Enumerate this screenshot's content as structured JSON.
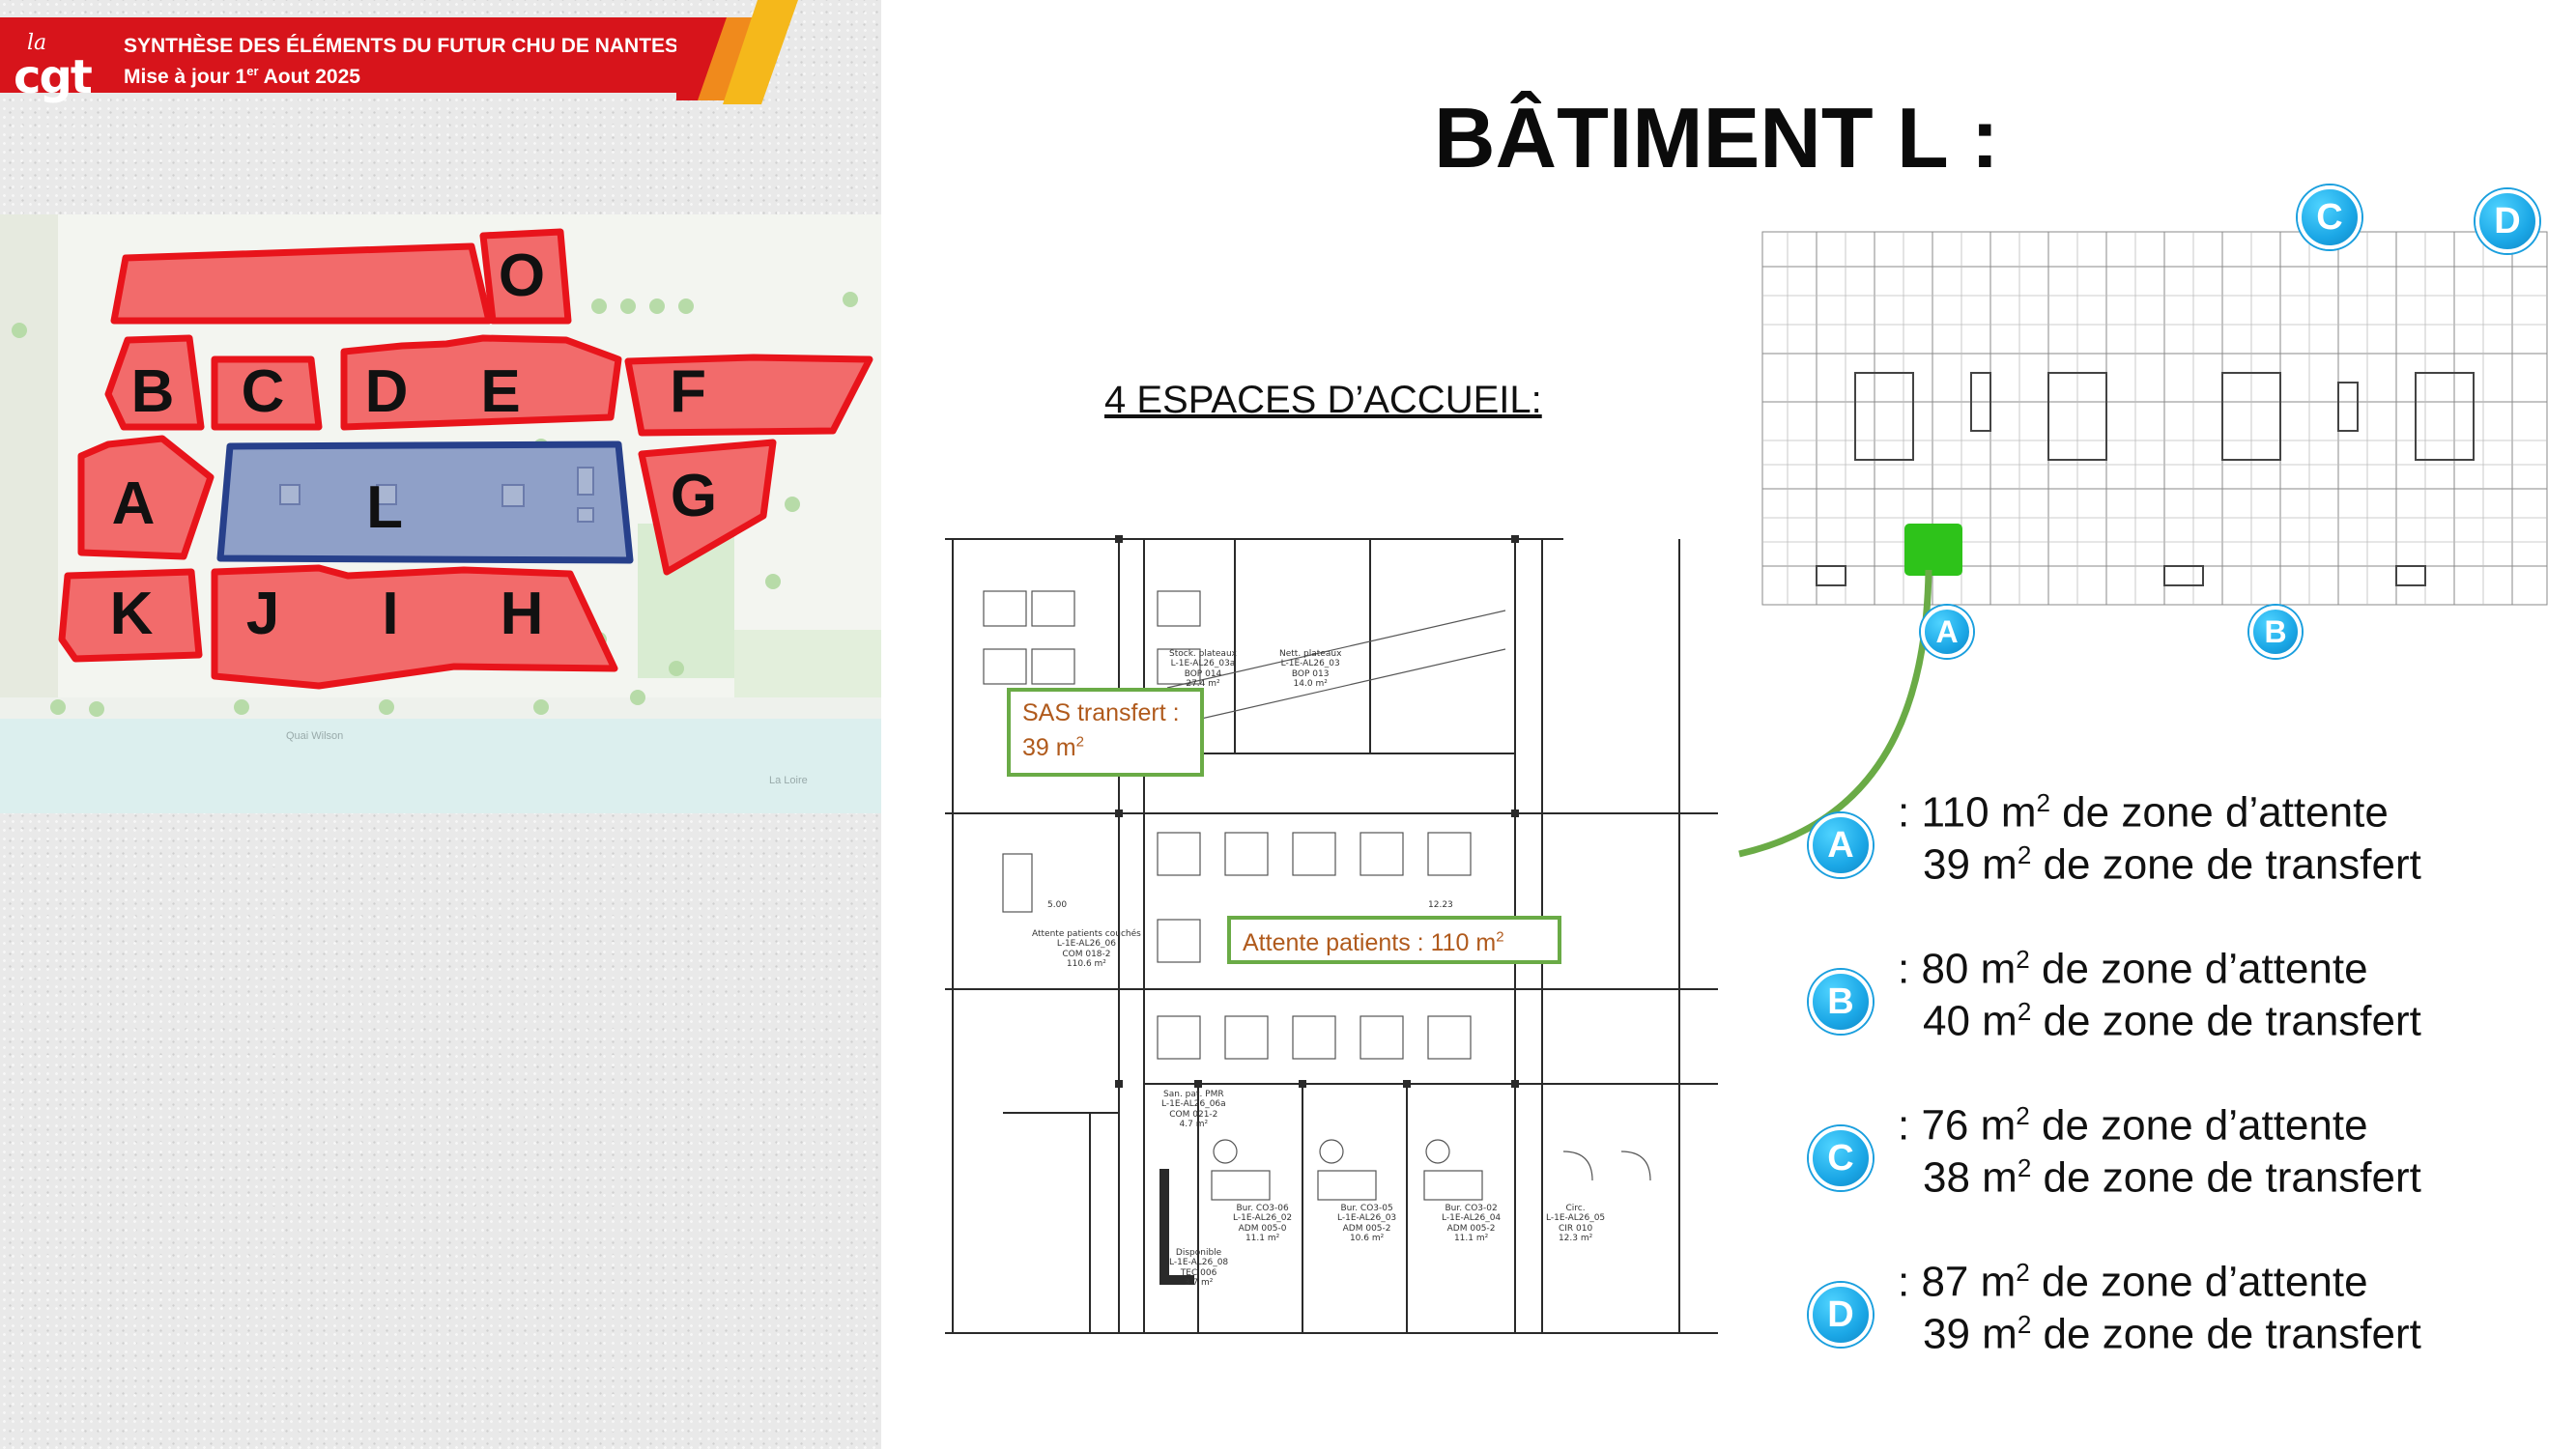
{
  "banner": {
    "logo_la": "la",
    "logo_cgt": "cgt",
    "title": "SYNTHÈSE DES ÉLÉMENTS DU FUTUR CHU DE NANTES",
    "update_prefix": "Mise à jour 1",
    "update_sup": "er",
    "update_suffix": " Aout 2025",
    "colors": {
      "red": "#d7141b",
      "yellow": "#f5b81b",
      "orange": "#f08a1c"
    }
  },
  "site_map": {
    "buildings": [
      "O",
      "B",
      "C",
      "D",
      "E",
      "F",
      "A",
      "L",
      "G",
      "K",
      "J",
      "I",
      "H"
    ],
    "highlighted": "L",
    "captions": [
      "Quai Wilson",
      "La Loire"
    ],
    "colors": {
      "building_fill": "#f26b6b",
      "building_stroke": "#e8141b",
      "highlight_fill": "#8fa0c8",
      "highlight_stroke": "#27408b"
    }
  },
  "page": {
    "title": "BÂTIMENT L :",
    "subheading": "4 ESPACES D’ACCUEIL:"
  },
  "floorplan": {
    "sas_line1": "SAS transfert :",
    "sas_line2_value": "39 m",
    "sas_line2_sup": "2",
    "attente_label": "Attente patients : 110 m",
    "attente_sup": "2",
    "rooms": [
      {
        "text": "Stock. plateaux\nL-1E-AL26_03a\nBOP 014\n27.4 m²"
      },
      {
        "text": "Nett. plateaux\nL-1E-AL26_03\nBOP 013\n14.0 m²"
      },
      {
        "text": "Attente patients couchés\nL-1E-AL26_06\nCOM 018-2\n110.6 m²"
      },
      {
        "text": "San. pat. PMR\nL-1E-AL26_06a\nCOM 021-2\n4.7 m²"
      },
      {
        "text": "Disponible\nL-1E-AL26_08\nTEC 006\n3.7 m²"
      },
      {
        "text": "Bur. CO3-06\nL-1E-AL26_02\nADM 005-0\n11.1 m²"
      },
      {
        "text": "Bur. CO3-05\nL-1E-AL26_03\nADM 005-2\n10.6 m²"
      },
      {
        "text": "Bur. CO3-02\nL-1E-AL26_04\nADM 005-2\n11.1 m²"
      },
      {
        "text": "Circ.\nL-1E-AL26_05\nCIR 010\n12.3 m²"
      }
    ],
    "dims": [
      "5.00",
      "12.23"
    ],
    "colors": {
      "box_border": "#6aab46",
      "box_text": "#b05a1c"
    }
  },
  "overview": {
    "markers": [
      "A",
      "B",
      "C",
      "D"
    ],
    "colors": {
      "marker": "#2ec31a",
      "curve": "#6aab46",
      "badge": "#1ba7e6"
    }
  },
  "stats": [
    {
      "id": "A",
      "line1_prefix": ": 110 m",
      "line1_suffix": " de zone d’attente",
      "line2_prefix": "39 m",
      "line2_suffix": " de zone de transfert",
      "sup": "2"
    },
    {
      "id": "B",
      "line1_prefix": ": 80 m",
      "line1_suffix": " de zone d’attente",
      "line2_prefix": "40 m",
      "line2_suffix": " de zone de transfert",
      "sup": "2"
    },
    {
      "id": "C",
      "line1_prefix": ": 76 m",
      "line1_suffix": " de zone d’attente",
      "line2_prefix": "38 m",
      "line2_suffix": " de zone de transfert",
      "sup": "2"
    },
    {
      "id": "D",
      "line1_prefix": ": 87 m",
      "line1_suffix": " de zone d’attente",
      "line2_prefix": "39 m",
      "line2_suffix": " de zone de transfert",
      "sup": "2"
    }
  ]
}
